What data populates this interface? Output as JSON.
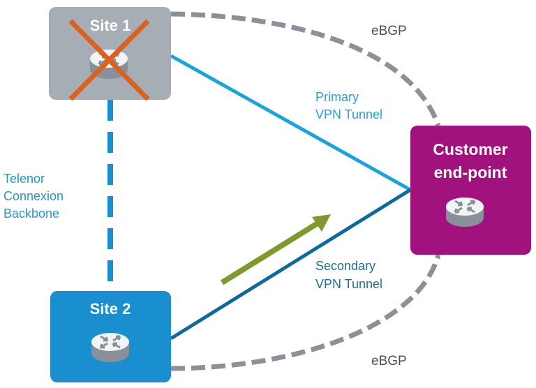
{
  "nodes": {
    "site1": {
      "title": "Site 1",
      "status": "failed",
      "fill": "#a7adb4"
    },
    "site2": {
      "title": "Site 2",
      "status": "active",
      "fill": "#1a8fd0"
    },
    "customer": {
      "title_line1": "Customer",
      "title_line2": "end-point",
      "fill": "#a2127f"
    }
  },
  "links": {
    "primary": {
      "label_line1": "Primary",
      "label_line2": "VPN Tunnel",
      "color": "#1aa4dc"
    },
    "secondary": {
      "label_line1": "Secondary",
      "label_line2": "VPN Tunnel",
      "color": "#0d6a9c"
    },
    "backbone": {
      "label_line1": "Telenor",
      "label_line2": "Connexion",
      "label_line3": "Backbone",
      "color": "#1a8fd0"
    },
    "ebgp_top": {
      "label": "eBGP",
      "color": "#8b9199"
    },
    "ebgp_bottom": {
      "label": "eBGP",
      "color": "#8b9199"
    }
  },
  "failover_arrow": {
    "color": "#7e9a2c"
  },
  "failure_mark": {
    "color": "#d9631e"
  },
  "label_colors": {
    "primary_text": "#2aa0cf",
    "secondary_text": "#216f94",
    "backbone_text": "#2894c8",
    "ebgp_text": "#4a4f55"
  }
}
